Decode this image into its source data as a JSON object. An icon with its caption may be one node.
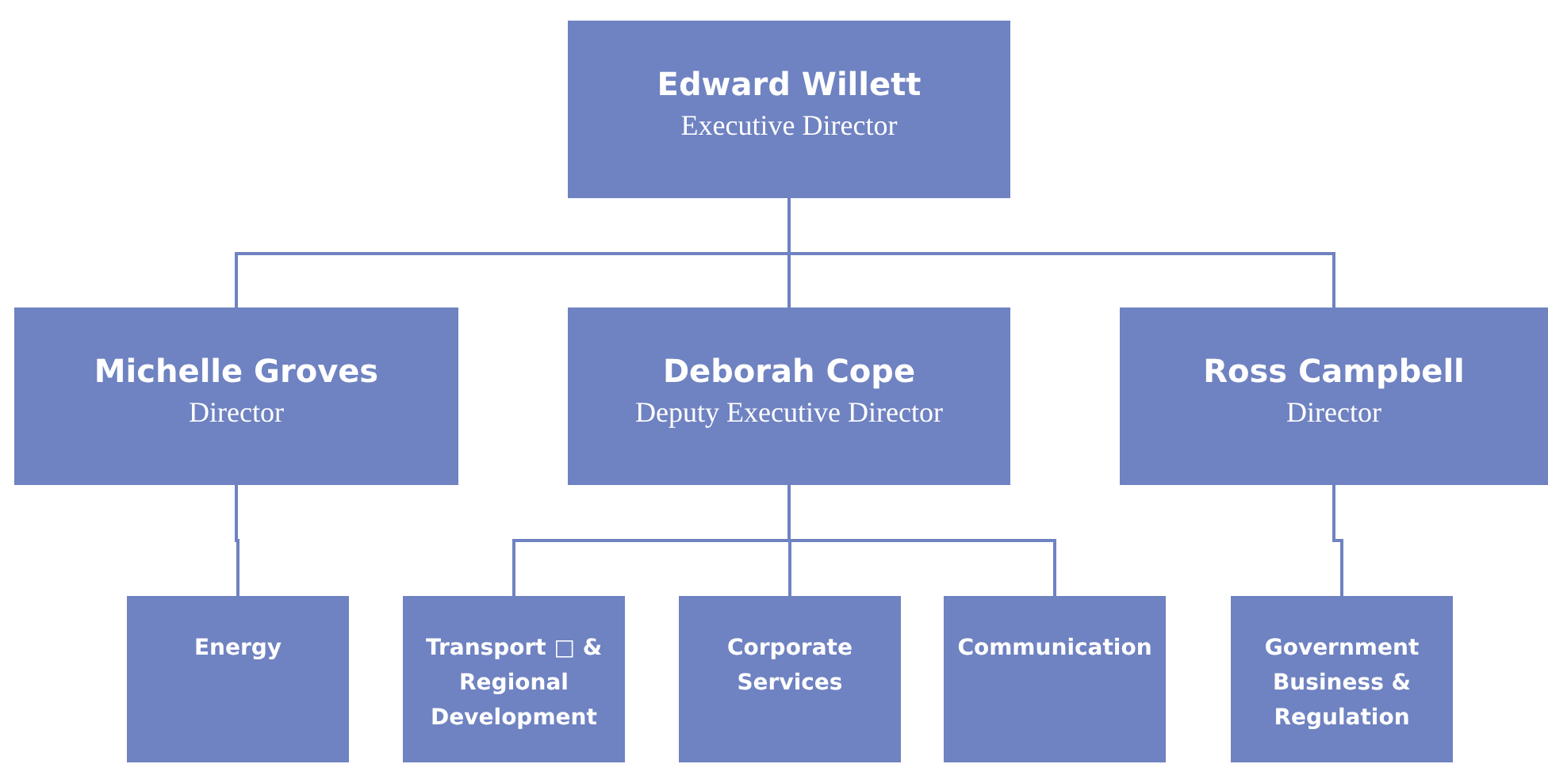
{
  "diagram": {
    "nodes": [
      {
        "text": [
          "Edward Willett",
          "Executive Director"
        ]
      },
      {
        "text": [
          "Michelle Groves",
          "Director"
        ]
      },
      {
        "text": [
          "Deborah Cope",
          "Deputy Executive Director"
        ]
      },
      {
        "text": [
          "Ross Campbell",
          "Director"
        ]
      },
      {
        "text": [
          "Energy"
        ]
      },
      {
        "text": [
          "Transport □ & Regional Development"
        ]
      },
      {
        "text": [
          "Corporate Services"
        ]
      },
      {
        "text": [
          "Communication"
        ]
      },
      {
        "text": [
          "Government Business & Regulation"
        ]
      }
    ],
    "edges": [
      {
        "from": 0,
        "to": 1,
        "arrow": "none"
      },
      {
        "from": 0,
        "to": 2,
        "arrow": "none"
      },
      {
        "from": 0,
        "to": 3,
        "arrow": "none"
      },
      {
        "from": 1,
        "to": 4,
        "arrow": "none"
      },
      {
        "from": 2,
        "to": 5,
        "arrow": "none"
      },
      {
        "from": 2,
        "to": 6,
        "arrow": "none"
      },
      {
        "from": 2,
        "to": 7,
        "arrow": "none"
      },
      {
        "from": 3,
        "to": 8,
        "arrow": "none"
      }
    ]
  }
}
